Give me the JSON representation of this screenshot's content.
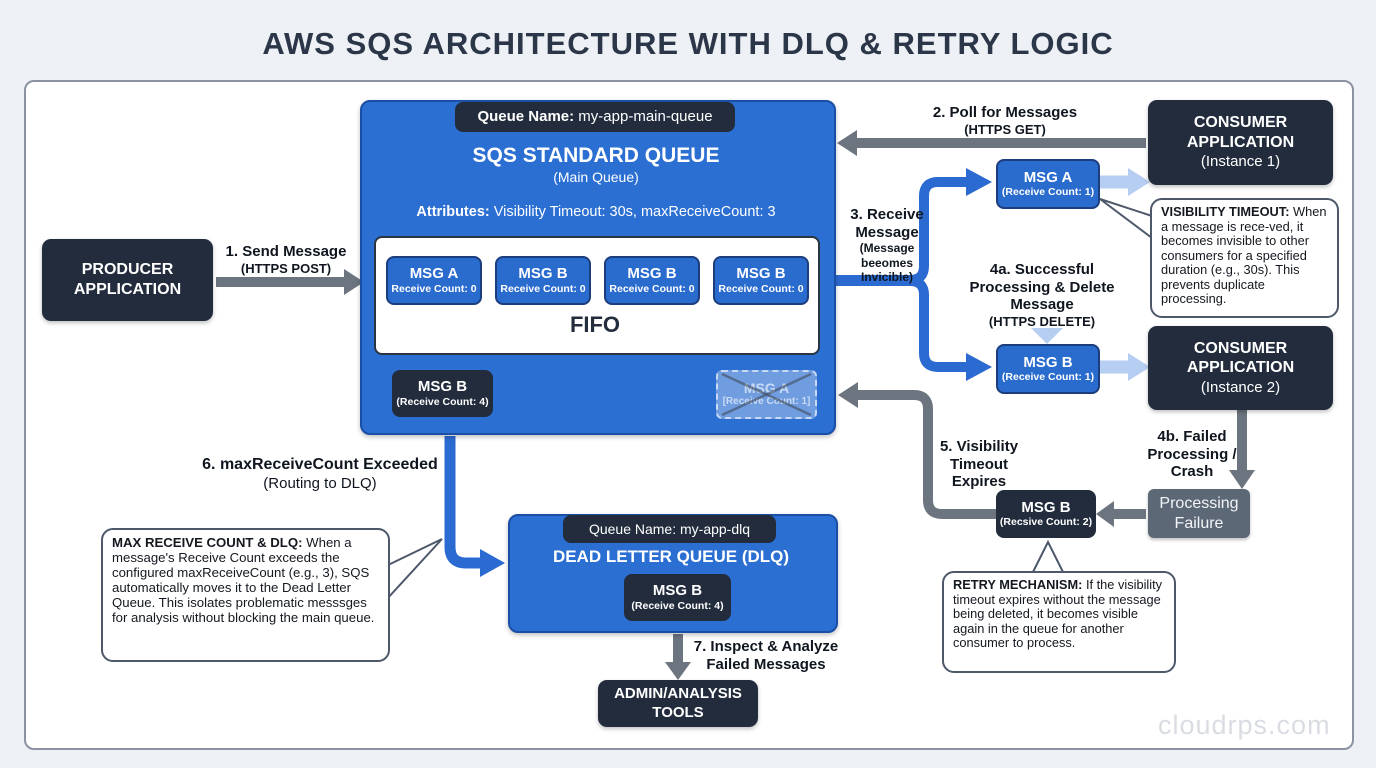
{
  "title": "AWS SQS ARCHITECTURE WITH DLQ & RETRY LOGIC",
  "watermark": "cloudrps.com",
  "producer": {
    "label": "PRODUCER APPLICATION"
  },
  "consumer1": {
    "title": "CONSUMER APPLICATION",
    "instance": "(Instance 1)"
  },
  "consumer2": {
    "title": "CONSUMER APPLICATION",
    "instance": "(Instance 2)"
  },
  "admin": {
    "label": "ADMIN/ANALYSIS TOOLS"
  },
  "processing_failure": {
    "label": "Processing Failure"
  },
  "main_queue": {
    "badge_label": "Queue Name:",
    "badge_value": " my-app-main-queue",
    "title": "SQS STANDARD QUEUE",
    "subtitle": "(Main Queue)",
    "attr_label": "Attributes:",
    "attr_value": " Visibility Timeout: 30s, maxReceiveCount: 3",
    "fifo": "FIFO",
    "messages": [
      {
        "name": "MSG A",
        "count": "Receive Count: 0"
      },
      {
        "name": "MSG B",
        "count": "Receive Count: 0"
      },
      {
        "name": "MSG B",
        "count": "Receive Count: 0"
      },
      {
        "name": "MSG B",
        "count": "Receive Count: 0"
      }
    ],
    "exceeded_msg": {
      "name": "MSG B",
      "count": "(Receive Count: 4)"
    },
    "ghost_msg": {
      "name": "MSG A",
      "count": "[Receive Count: 1]"
    }
  },
  "dlq": {
    "badge": "Queue Name: my-app-dlq",
    "title": "DEAD LETTER QUEUE (DLQ)",
    "msg": {
      "name": "MSG B",
      "count": "(Receive Count: 4)"
    }
  },
  "chips": {
    "msg_a1": {
      "name": "MSG A",
      "count": "(Receive Count: 1)"
    },
    "msg_b1": {
      "name": "MSG B",
      "count": "(Receive Count: 1)"
    },
    "msg_b2": {
      "name": "MSG B",
      "count": "(Recsive Count: 2)"
    }
  },
  "steps": {
    "s1": {
      "main": "1. Send Message",
      "sub": "(HTTPS POST)"
    },
    "s2": {
      "main": "2. Poll for Messages",
      "sub": "(HTTPS GET)"
    },
    "s3": {
      "main": "3. Receive Message",
      "sub": "(Message beeomes Invicible)"
    },
    "s4a": {
      "main": "4a. Successful Processing & Delete Message",
      "sub": "(HTTPS DELETE)"
    },
    "s4b": {
      "main": "4b. Failed Processing / Crash"
    },
    "s5": {
      "main": "5. Visibility Timeout Expires"
    },
    "s6": {
      "main": "6. maxReceiveCount Exceeded",
      "sub": "(Routing to DLQ)"
    },
    "s7": {
      "main": "7. Inspect & Analyze Failed Messages"
    }
  },
  "notes": {
    "visibility": {
      "heading": "VISIBILITY TIMEOUT:",
      "body": " When a message is rece-ved, it becomes invisible to other consumers for a specified duration (e.g., 30s). This prevents duplicate processing."
    },
    "retry": {
      "heading": "RETRY MECHANISM:",
      "body": " If the visibility timeout expires without the message being deleted, it becomes visible again in the queue for another consumer to process."
    },
    "max_receive": {
      "heading": "MAX RECEIVE COUNT & DLQ:",
      "body": " When a message's Receive Count exceeds the configured maxReceiveCount (e.g., 3), SQS automatically moves it to the Dead Letter Queue. This isolates problematic messsges for analysis without blocking the main queue."
    }
  }
}
